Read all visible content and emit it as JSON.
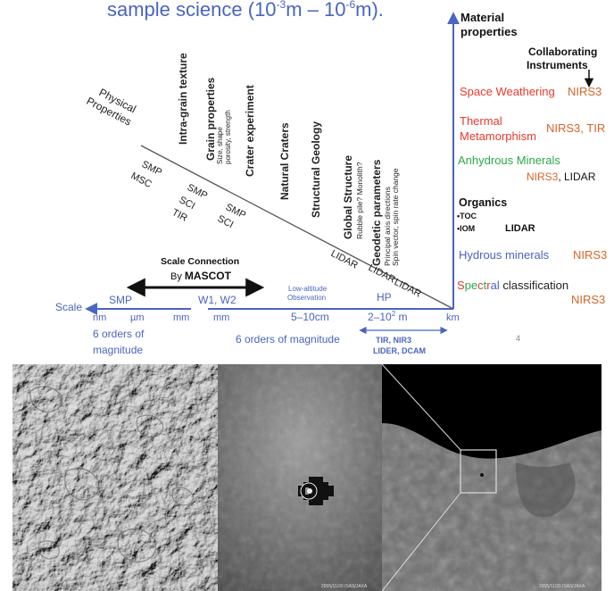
{
  "header": {
    "prefix": "sample science (10",
    "sup1": "-3",
    "mid": "m – 10",
    "sup2": "-6",
    "suffix": "m)."
  },
  "right_axis": {
    "title_line1": "Material",
    "title_line2": "properties",
    "instruments_line1": "Collaborating",
    "instruments_line2": "Instruments"
  },
  "materials": [
    {
      "label": "Space Weathering",
      "instr": "NIRS3",
      "label_color": "#e8382b",
      "instr_color": "#d4652a"
    },
    {
      "label_line1": "Thermal",
      "label_line2": "Metamorphism",
      "instr": "NIRS3, TIR",
      "label_color": "#e8382b",
      "instr_color": "#d4652a"
    },
    {
      "label": "Anhydrous Minerals",
      "instr_a": "NIRS3",
      "instr_b": ", LIDAR",
      "label_color": "#2aa84a"
    },
    {
      "label": "Organics",
      "sub1": "•TOC",
      "sub2": "•IOM",
      "instr": "LIDAR"
    },
    {
      "label": "Hydrous minerals",
      "instr": "NIRS3",
      "label_color": "#4a64c0",
      "instr_color": "#d4652a"
    },
    {
      "label_parts": [
        "S",
        "pe",
        "c",
        "t",
        "r",
        "al",
        " classification"
      ],
      "part_colors": [
        "#e8382b",
        "#2aa84a",
        "#e8382b",
        "#2aa84a",
        "#e8382b",
        "#4a64c0",
        "#222222"
      ],
      "instr": "NIRS3",
      "instr_color": "#d4652a"
    }
  ],
  "diagonal": {
    "physical_line1": "Physical",
    "physical_line2": "Properties",
    "items": [
      {
        "text": "Intra-grain texture"
      },
      {
        "text": "Grain properties",
        "sub1": "Size, shape",
        "sub2": "porosity, strength"
      },
      {
        "text": "Crater experiment"
      },
      {
        "text": "Natural Craters"
      },
      {
        "text": "Structural Geology"
      },
      {
        "text": "Global Structure",
        "sub1": "Rubble pile? Monolith?"
      },
      {
        "text": "Geodetic parameters",
        "sub1": "Principal axis directions",
        "sub2": "Spin vector, spin rate change"
      }
    ],
    "instruments": [
      "SMP",
      "MSC",
      "SMP",
      "SCI",
      "TIR",
      "SMP",
      "SCI",
      "LIDAR",
      "LIDAR",
      "LIDAR"
    ]
  },
  "scale_connection": {
    "line1": "Scale Connection",
    "line2_prefix": "By ",
    "line2_bold": "MASCOT"
  },
  "low_altitude": {
    "line1": "Low-altitude",
    "line2": "Observation"
  },
  "scale_axis": {
    "label": "Scale",
    "top_labels": [
      "SMP",
      "W1, W2",
      "5–10cm",
      "HP",
      "2–10",
      "2",
      " m"
    ],
    "units": [
      "nm",
      "µm",
      "mm",
      "mm",
      "km"
    ],
    "orders1_line1": "6 orders of",
    "orders1_line2": "magnitude",
    "orders2": "6 orders of magnitude",
    "instr_line1": "TIR, NIR3",
    "instr_line2": "LIDER, DCAM"
  },
  "page_number": "4",
  "photos": [
    {
      "caption": ""
    },
    {
      "caption": "2005/11/20  ISAS/JAXA"
    },
    {
      "caption": "2005/11/20  ISAS/JAXA"
    }
  ],
  "colors": {
    "blue": "#4a64c0",
    "orange": "#d4652a",
    "red": "#e8382b",
    "green": "#2aa84a",
    "text": "#222222"
  }
}
